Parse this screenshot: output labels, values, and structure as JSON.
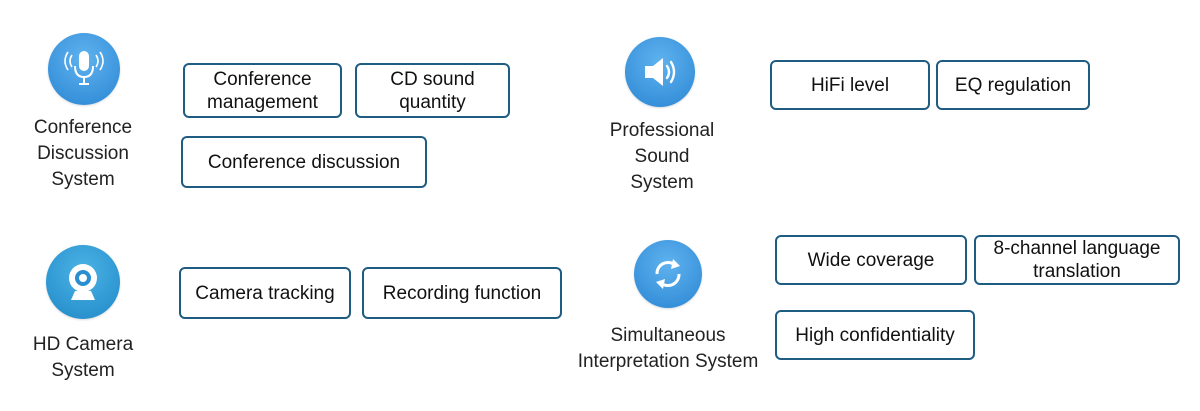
{
  "colors": {
    "icon_blue_dark": "#1b77c9",
    "icon_blue_light": "#4aa3e8",
    "tag_border": "#1f5c82"
  },
  "systems": [
    {
      "key": "conference",
      "icon": "microphone-icon",
      "label_lines": [
        "Conference",
        "Discussion",
        "System"
      ],
      "features": [
        "Conference management",
        "CD sound quantity",
        "Conference discussion"
      ]
    },
    {
      "key": "sound",
      "icon": "speaker-icon",
      "label_lines": [
        "Professional",
        "Sound",
        "System"
      ],
      "features": [
        "HiFi level",
        "EQ regulation"
      ]
    },
    {
      "key": "camera",
      "icon": "webcam-icon",
      "label_lines": [
        "HD Camera",
        "System"
      ],
      "features": [
        "Camera tracking",
        "Recording function"
      ]
    },
    {
      "key": "interpretation",
      "icon": "sync-icon",
      "label_lines": [
        "Simultaneous",
        "Interpretation System"
      ],
      "features": [
        "Wide coverage",
        "8-channel language translation",
        "High confidentiality"
      ]
    }
  ],
  "tag_text": {
    "conference_management_l1": "Conference",
    "conference_management_l2": "management",
    "cd_sound_l1": "CD sound",
    "cd_sound_l2": "quantity",
    "conference_discussion": "Conference discussion",
    "hifi": "HiFi level",
    "eq": "EQ regulation",
    "camera_tracking": "Camera tracking",
    "recording": "Recording function",
    "wide_coverage": "Wide coverage",
    "lang_l1": "8-channel language",
    "lang_l2": "translation",
    "confidentiality": "High confidentiality"
  }
}
